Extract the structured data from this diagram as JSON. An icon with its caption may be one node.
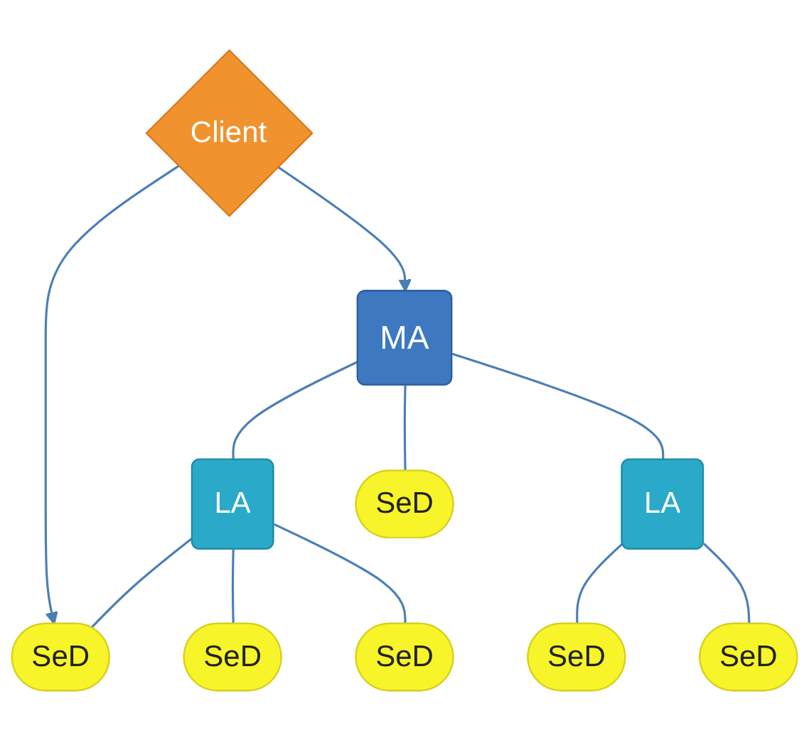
{
  "diagram": {
    "nodes": [
      {
        "text": [
          "Client"
        ]
      },
      {
        "text": [
          "MA"
        ]
      },
      {
        "text": [
          "LA"
        ]
      },
      {
        "text": [
          "LA"
        ]
      },
      {
        "text": [
          "SeD"
        ]
      },
      {
        "text": [
          "SeD"
        ]
      },
      {
        "text": [
          "SeD"
        ]
      },
      {
        "text": [
          "SeD"
        ]
      },
      {
        "text": [
          "SeD"
        ]
      },
      {
        "text": [
          "SeD"
        ]
      }
    ],
    "edges": [
      {
        "from": 0,
        "to": 1,
        "arrow": "to"
      },
      {
        "from": 0,
        "to": 6,
        "arrow": "to"
      },
      {
        "from": 1,
        "to": 2,
        "arrow": "none"
      },
      {
        "from": 1,
        "to": 3,
        "arrow": "none"
      },
      {
        "from": 1,
        "to": 4,
        "arrow": "none"
      },
      {
        "from": 2,
        "to": 6,
        "arrow": "none"
      },
      {
        "from": 2,
        "to": 9,
        "arrow": "none"
      },
      {
        "from": 2,
        "to": 7,
        "arrow": "none"
      },
      {
        "from": 3,
        "to": 5,
        "arrow": "none"
      },
      {
        "from": 3,
        "to": 8,
        "arrow": "none"
      }
    ]
  }
}
